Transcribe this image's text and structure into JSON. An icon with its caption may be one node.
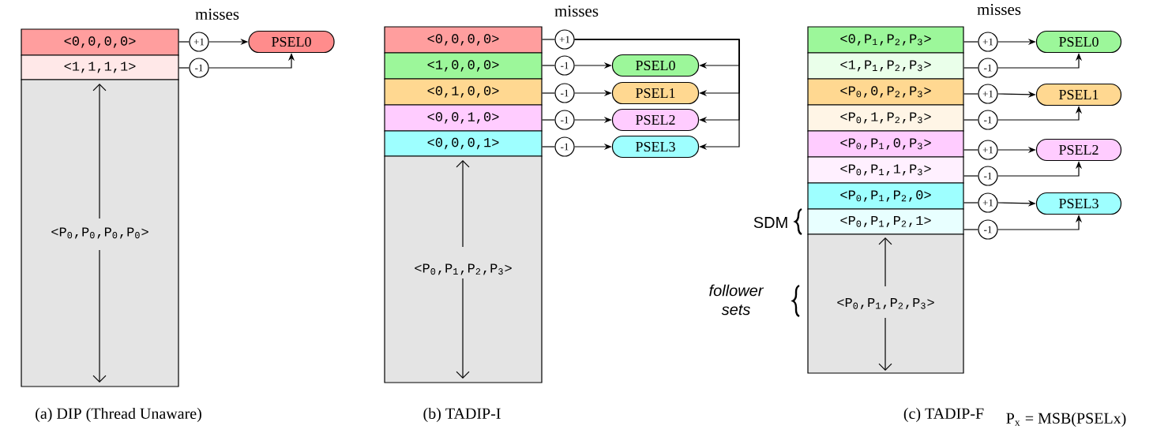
{
  "diagram": {
    "nodes": [
      {
        "text": [
          "<0,0,0,0>"
        ]
      },
      {
        "text": [
          "<1,1,1,1>"
        ]
      },
      {
        "text": [
          "<P$_{0}$,P$_{0}$,P$_{0}$,P$_{0}$>"
        ]
      },
      {
        "text": [
          "+1"
        ]
      },
      {
        "text": [
          "-1"
        ]
      },
      {
        "text": [
          "PSEL0"
        ]
      },
      {
        "text": [
          "<0,0,0,0>"
        ]
      },
      {
        "text": [
          "<1,0,0,0>"
        ]
      },
      {
        "text": [
          "<0,1,0,0>"
        ]
      },
      {
        "text": [
          "<0,0,1,0>"
        ]
      },
      {
        "text": [
          "<0,0,0,1>"
        ]
      },
      {
        "text": [
          "<P$_{0}$,P$_{1}$,P$_{2}$,P$_{3}$>"
        ]
      },
      {
        "text": [
          "+1"
        ]
      },
      {
        "text": [
          "-1"
        ]
      },
      {
        "text": [
          "-1"
        ]
      },
      {
        "text": [
          "-1"
        ]
      },
      {
        "text": [
          "-1"
        ]
      },
      {
        "text": [
          "PSEL0"
        ]
      },
      {
        "text": [
          "PSEL1"
        ]
      },
      {
        "text": [
          "PSEL2"
        ]
      },
      {
        "text": [
          "PSEL3"
        ]
      },
      {
        "text": [
          "<0,P$_{1}$,P$_{2}$,P$_{3}$>"
        ]
      },
      {
        "text": [
          "<1,P$_{1}$,P$_{2}$,P$_{3}$>"
        ]
      },
      {
        "text": [
          "<P$_{0}$,0,P$_{2}$,P$_{3}$>"
        ]
      },
      {
        "text": [
          "<P$_{0}$,1,P$_{2}$,P$_{3}$>"
        ]
      },
      {
        "text": [
          "<P$_{0}$,P$_{1}$,0,P$_{3}$>"
        ]
      },
      {
        "text": [
          "<P$_{0}$,P$_{1}$,1,P$_{3}$>"
        ]
      },
      {
        "text": [
          "<P$_{0}$,P$_{1}$,P$_{2}$,0>"
        ]
      },
      {
        "text": [
          "<P$_{0}$,P$_{1}$,P$_{2}$,1>"
        ]
      },
      {
        "text": [
          "<P$_{0}$,P$_{1}$,P$_{2}$,P$_{3}$>"
        ]
      },
      {
        "text": [
          "+1"
        ]
      },
      {
        "text": [
          "-1"
        ]
      },
      {
        "text": [
          "+1"
        ]
      },
      {
        "text": [
          "-1"
        ]
      },
      {
        "text": [
          "+1"
        ]
      },
      {
        "text": [
          "-1"
        ]
      },
      {
        "text": [
          "+1"
        ]
      },
      {
        "text": [
          "-1"
        ]
      },
      {
        "text": [
          "PSEL0"
        ]
      },
      {
        "text": [
          "PSEL1"
        ]
      },
      {
        "text": [
          "PSEL2"
        ]
      },
      {
        "text": [
          "PSEL3"
        ]
      }
    ],
    "edges": [
      {
        "from": 0,
        "to": 3,
        "arrow": "none"
      },
      {
        "from": 1,
        "to": 4,
        "arrow": "none"
      },
      {
        "from": 3,
        "to": 5,
        "arrow": "to"
      },
      {
        "from": 4,
        "to": 5,
        "arrow": "to"
      },
      {
        "from": 6,
        "to": 12,
        "arrow": "none"
      },
      {
        "from": 7,
        "to": 13,
        "arrow": "none"
      },
      {
        "from": 8,
        "to": 14,
        "arrow": "none"
      },
      {
        "from": 9,
        "to": 15,
        "arrow": "none"
      },
      {
        "from": 10,
        "to": 16,
        "arrow": "none"
      },
      {
        "from": 13,
        "to": 17,
        "arrow": "to"
      },
      {
        "from": 14,
        "to": 18,
        "arrow": "to"
      },
      {
        "from": 15,
        "to": 19,
        "arrow": "to"
      },
      {
        "from": 16,
        "to": 20,
        "arrow": "to"
      },
      {
        "from": 12,
        "to": 17,
        "arrow": "to"
      },
      {
        "from": 12,
        "to": 18,
        "arrow": "to"
      },
      {
        "from": 12,
        "to": 19,
        "arrow": "to"
      },
      {
        "from": 12,
        "to": 20,
        "arrow": "to"
      },
      {
        "from": 21,
        "to": 30,
        "arrow": "none"
      },
      {
        "from": 22,
        "to": 31,
        "arrow": "none"
      },
      {
        "from": 23,
        "to": 32,
        "arrow": "none"
      },
      {
        "from": 24,
        "to": 33,
        "arrow": "none"
      },
      {
        "from": 25,
        "to": 34,
        "arrow": "none"
      },
      {
        "from": 26,
        "to": 35,
        "arrow": "none"
      },
      {
        "from": 27,
        "to": 36,
        "arrow": "none"
      },
      {
        "from": 28,
        "to": 37,
        "arrow": "none"
      },
      {
        "from": 30,
        "to": 38,
        "arrow": "to"
      },
      {
        "from": 31,
        "to": 38,
        "arrow": "to"
      },
      {
        "from": 32,
        "to": 39,
        "arrow": "to"
      },
      {
        "from": 33,
        "to": 39,
        "arrow": "to"
      },
      {
        "from": 34,
        "to": 40,
        "arrow": "to"
      },
      {
        "from": 35,
        "to": 40,
        "arrow": "to"
      },
      {
        "from": 36,
        "to": 41,
        "arrow": "to"
      },
      {
        "from": 37,
        "to": 41,
        "arrow": "to"
      }
    ],
    "labels": [
      "misses",
      "misses",
      "misses",
      "SDM",
      "follower sets",
      "(a) DIP (Thread Unaware)",
      "(b) TADIP-I",
      "(c) TADIP-F",
      "P$_{x}$ = MSB(PSELx)"
    ]
  }
}
